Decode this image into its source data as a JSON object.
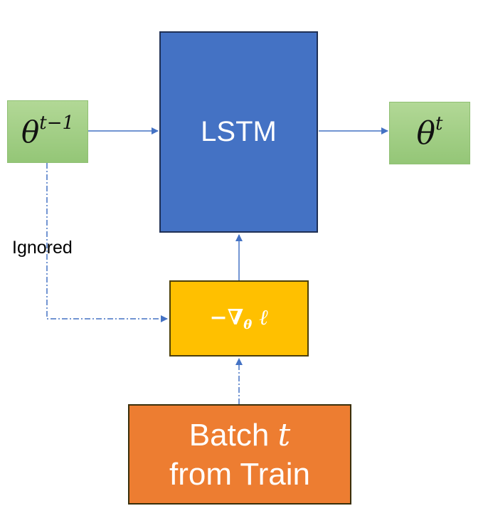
{
  "theta_prev": {
    "base": "θ",
    "sup": "t−1"
  },
  "theta_next": {
    "base": "θ",
    "sup": "t"
  },
  "lstm": {
    "label": "LSTM"
  },
  "gradient": {
    "minus_nabla": "−∇",
    "sub": "θ",
    "loss": " ℓ"
  },
  "batch": {
    "line1_text": "Batch ",
    "line1_var": "t",
    "line2": "from Train"
  },
  "edge_label": {
    "ignored": "Ignored"
  },
  "colors": {
    "theta_fill": "#a5d08a",
    "lstm_fill": "#4472c4",
    "gradient_fill": "#ffc000",
    "batch_fill": "#ed7d31",
    "arrow": "#4472c4"
  }
}
